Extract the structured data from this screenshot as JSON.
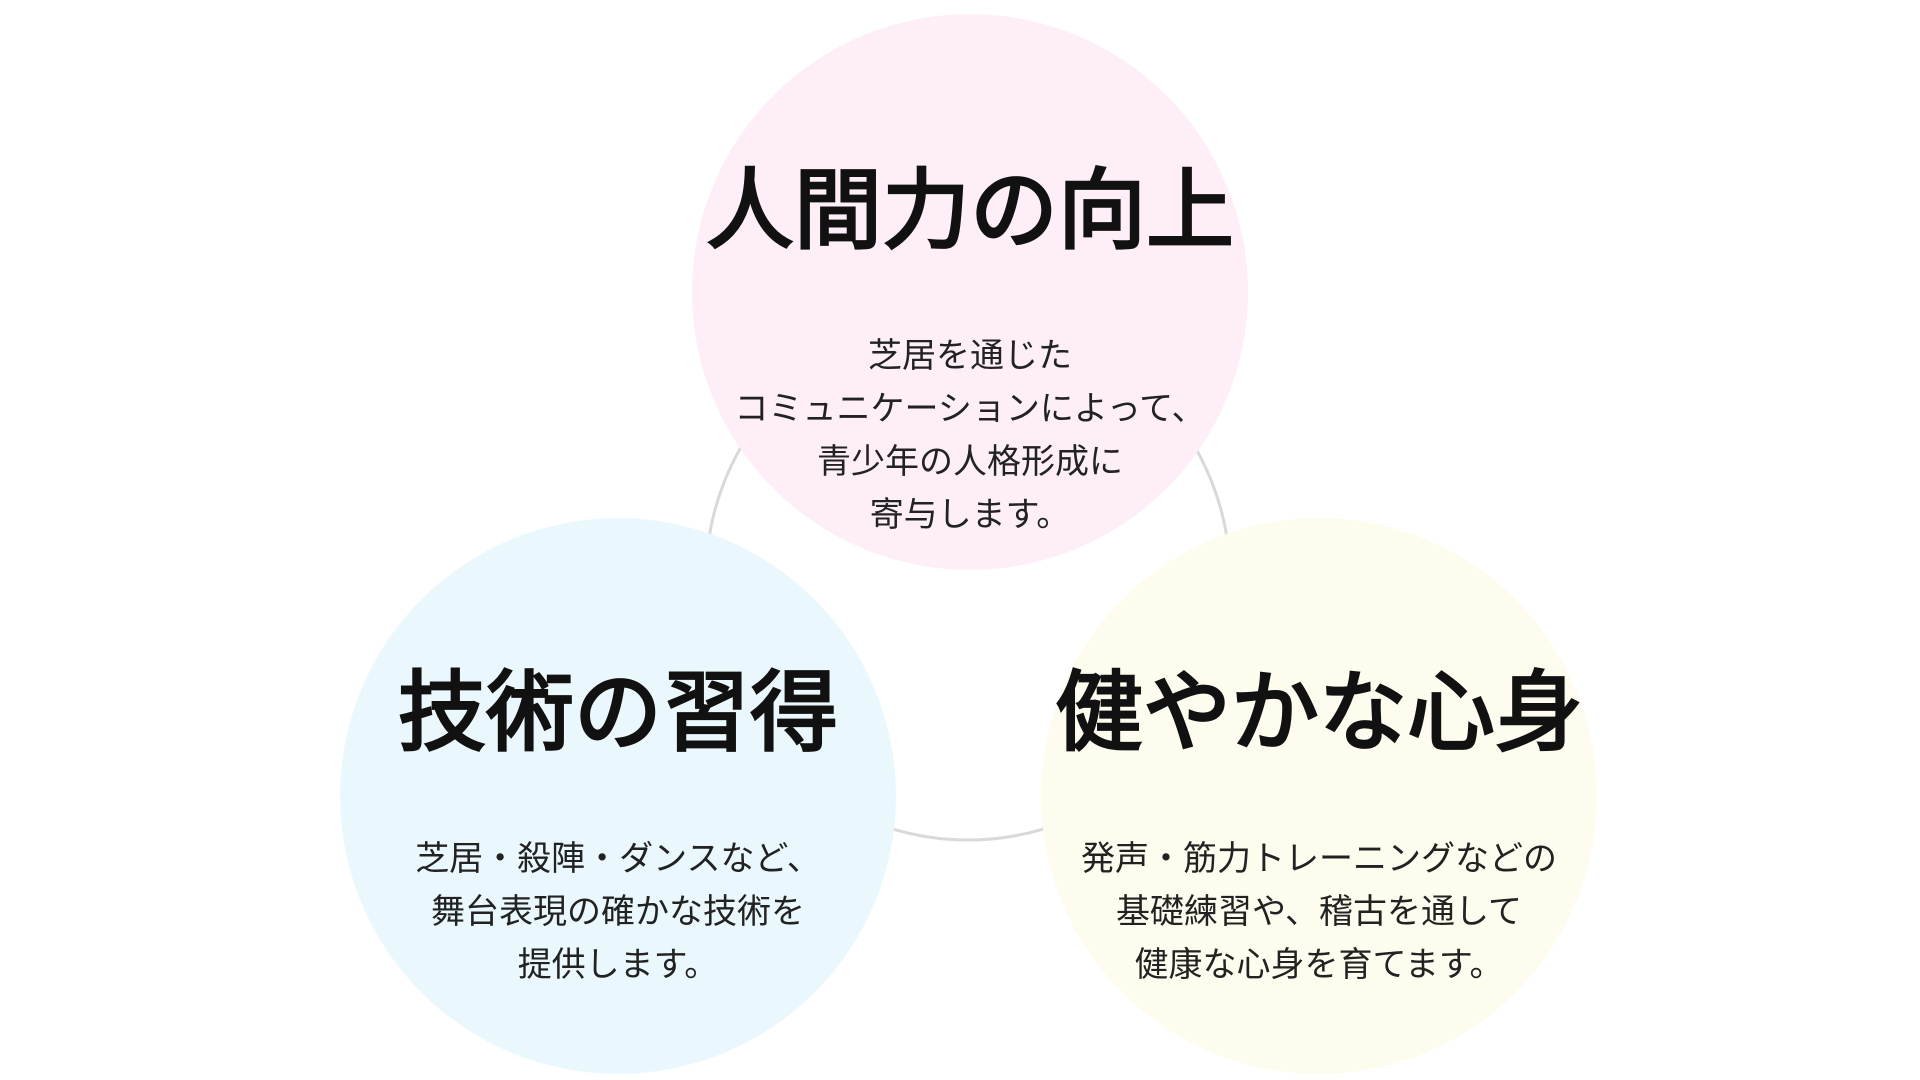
{
  "colors": {
    "background": "#ffffff",
    "ring": "#d9d9d9",
    "top_circle": "#fdeef8",
    "left_circle": "#eaf8fd",
    "right_circle": "#fdfcee"
  },
  "circles": {
    "top": {
      "title": "人間力の向上",
      "lines": [
        "芝居を通じた",
        "コミュニケーションによって、",
        "青少年の人格形成に",
        "寄与します。"
      ]
    },
    "left": {
      "title": "技術の習得",
      "lines": [
        "芝居・殺陣・ダンスなど、",
        "舞台表現の確かな技術を",
        "提供します。"
      ]
    },
    "right": {
      "title": "健やかな心身",
      "lines": [
        "発声・筋力トレーニングなどの",
        "基礎練習や、稽古を通して",
        "健康な心身を育てます。"
      ]
    }
  }
}
